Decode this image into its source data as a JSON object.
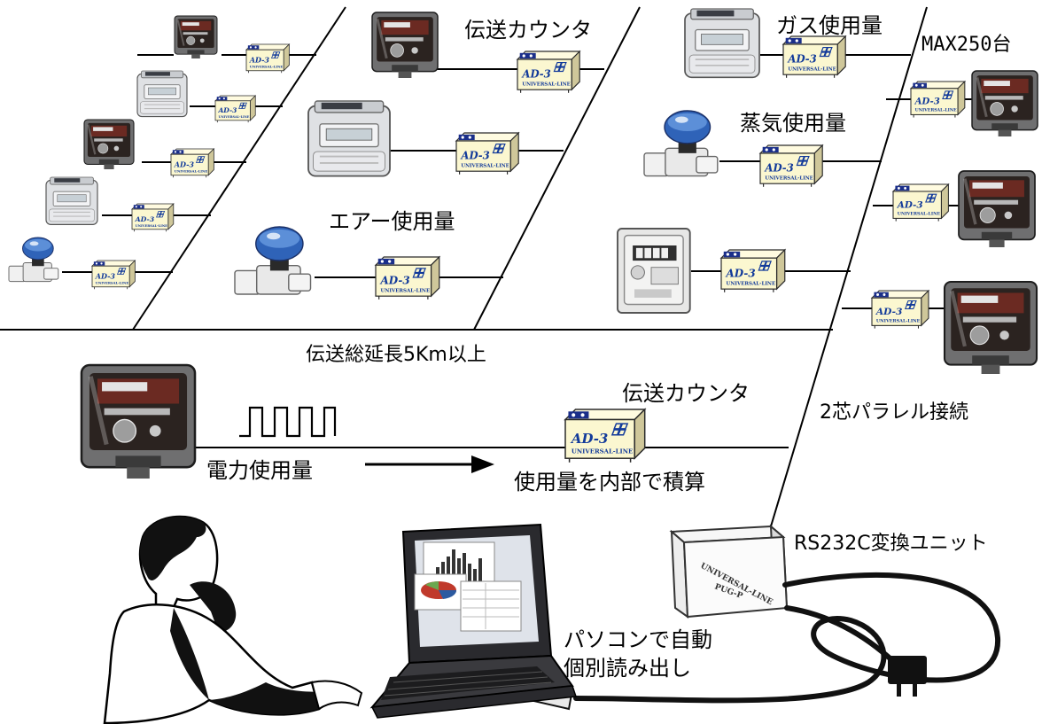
{
  "labels": {
    "transmit_counter_top": "伝送カウンタ",
    "gas_usage": "ガス使用量",
    "max_units": "MAX250台",
    "steam_usage": "蒸気使用量",
    "air_usage": "エアー使用量",
    "total_length": "伝送総延長5Km以上",
    "transmit_counter_mid": "伝送カウンタ",
    "parallel_connection": "2芯パラレル接続",
    "power_usage": "電力使用量",
    "internal_integration": "使用量を内部で積算",
    "rs232c_unit": "RS232C変換ユニット",
    "pc_auto_line1": "パソコンで自動",
    "pc_auto_line2": "個別読み出し"
  },
  "module": {
    "model": "AD-3",
    "brand": "UNIVERSAL-LINE"
  },
  "converter": {
    "brand": "UNIVERSAL-LINE",
    "model": "PUG-P"
  },
  "colors": {
    "module_body": "#fbf7d0",
    "module_edge": "#2a2a2a",
    "module_text": "#123a9a",
    "flowmeter_blue": "#2f63b8",
    "meter_dark": "#3b2a24",
    "gas_meter": "#dfe1e4"
  }
}
